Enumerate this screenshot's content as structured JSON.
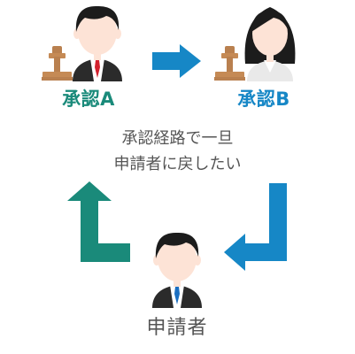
{
  "approver_a": {
    "label": "承認A"
  },
  "approver_b": {
    "label": "承認B"
  },
  "applicant": {
    "label": "申請者"
  },
  "message": {
    "line1": "承認経路で一旦",
    "line2": "申請者に戻したい"
  },
  "colors": {
    "teal": "#1a8a7a",
    "blue": "#1687c6",
    "text_gray": "#555555",
    "skin": "#fde3d6",
    "hair": "#1c1c1c",
    "suit": "#2b2b2b",
    "red_tie": "#d2212e",
    "blue_tie": "#1b6fc1",
    "stamp": "#b9804f"
  },
  "icons": [
    "stamp-icon",
    "man-red-tie-icon",
    "woman-icon",
    "man-blue-tie-icon",
    "arrow-right-icon",
    "arrow-down-left-icon",
    "arrow-up-icon"
  ]
}
